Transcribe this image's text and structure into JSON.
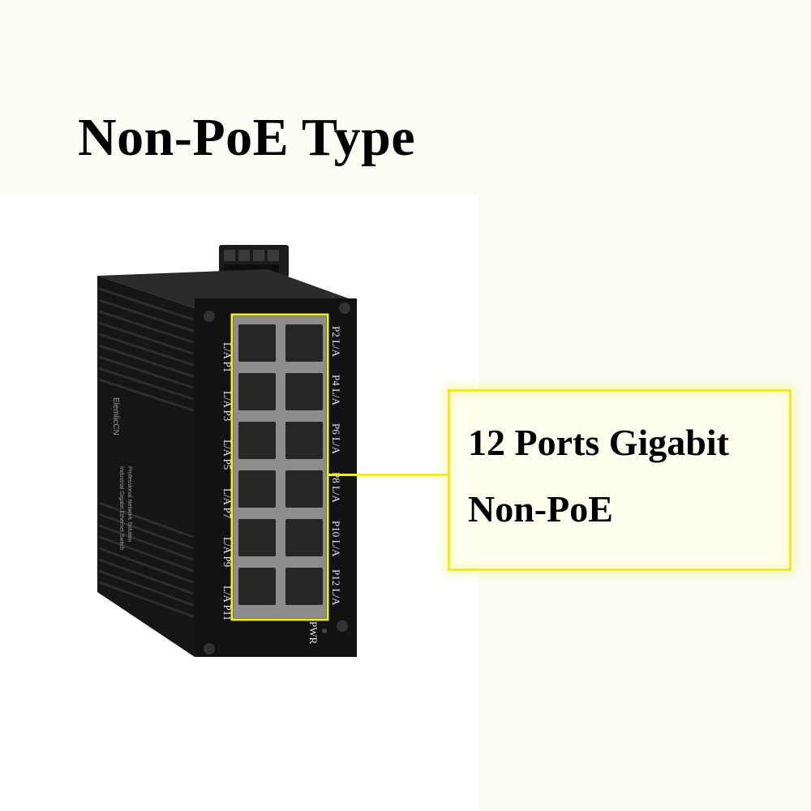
{
  "title": "Non-PoE Type",
  "callout": {
    "line1": "12 Ports Gigabit",
    "line2": "Non-PoE"
  },
  "device": {
    "brand": "ElemlicCN",
    "tagline1": "Professional Network Solution",
    "tagline2": "Industrial Gigabit Ethernet Switch",
    "power_label": "PWR",
    "left_labels": [
      "L/A P1",
      "L/A P3",
      "L/A P5",
      "L/A P7",
      "L/A P9",
      "L/A P11"
    ],
    "right_labels": [
      "P2 L/A",
      "P4 L/A",
      "P6 L/A",
      "P8 L/A",
      "P10 L/A",
      "P12 L/A"
    ]
  },
  "colors": {
    "highlight": "#ecec2a",
    "device_body": "#141414",
    "port": "#2a2a2a"
  }
}
